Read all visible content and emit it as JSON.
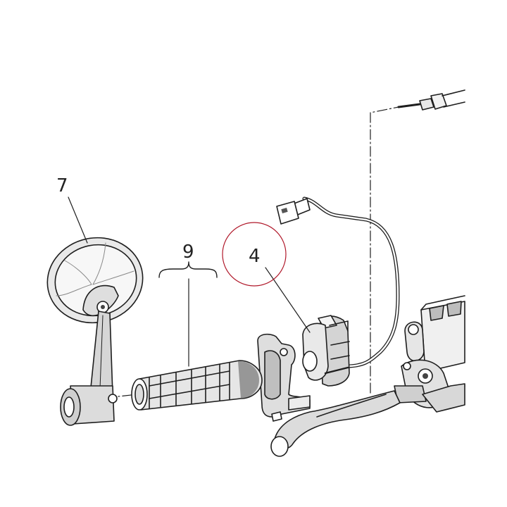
{
  "callouts": {
    "mirror": "7",
    "grip": "9",
    "switch": "4"
  },
  "colors": {
    "line": "#1e1e1e",
    "highlight_circle": "#b0182a",
    "part_gray": "#d9d9d9",
    "part_dark": "#7a7a7a"
  }
}
